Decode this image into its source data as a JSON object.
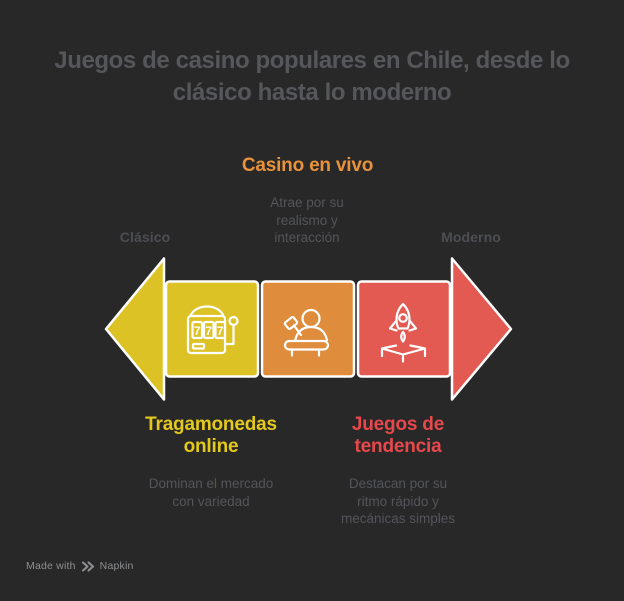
{
  "canvas": {
    "background": "#282828"
  },
  "title": {
    "full": "Juegos de casino populares en Chile, desde lo clásico hasta lo moderno",
    "lines": [
      "Juegos de casino populares en Chile, desde lo",
      "clásico hasta lo moderno"
    ],
    "color": "#56575b"
  },
  "spectrum": {
    "left_label": "Clásico",
    "right_label": "Moderno",
    "label_color": "#4d4e53"
  },
  "stages": [
    {
      "name": "Tragamonedas online",
      "label_lines": [
        "Tragamonedas",
        "online"
      ],
      "label_color": "#e4c91d",
      "description_lines": [
        "Dominan el mercado",
        "con variedad"
      ],
      "color": "#ddc226",
      "icon": "slot-machine-icon",
      "reels": [
        "7",
        "7",
        "7"
      ]
    },
    {
      "name": "Casino en vivo",
      "label": "Casino en vivo",
      "label_color": "#e8923c",
      "description_lines": [
        "Atrae por su",
        "realismo y",
        "interacción"
      ],
      "color": "#df8c3d",
      "icon": "live-dealer-icon"
    },
    {
      "name": "Juegos de tendencia",
      "label_lines": [
        "Juegos de",
        "tendencia"
      ],
      "label_color": "#e8484b",
      "description_lines": [
        "Destacan por su",
        "ritmo rápido y",
        "mecánicas simples"
      ],
      "color": "#e25a52",
      "icon": "rocket-launch-icon"
    }
  ],
  "arrow": {
    "left_head_color": "#ddc226",
    "right_head_color": "#e25a52",
    "outline_color": "#ffffff"
  },
  "footer": {
    "made_with": "Made with",
    "brand": "Napkin"
  }
}
